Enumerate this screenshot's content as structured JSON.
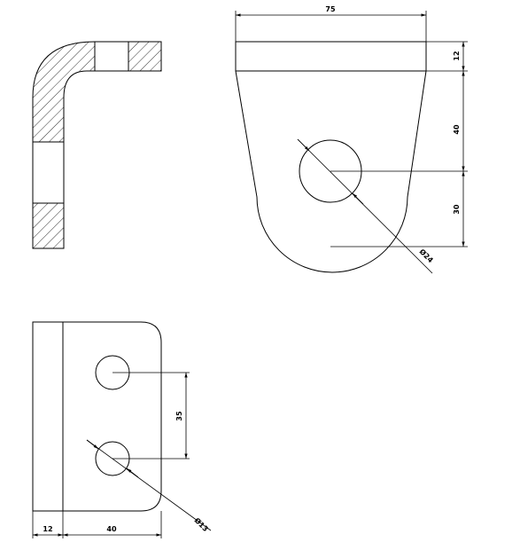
{
  "dimensions": {
    "front_width": "75",
    "front_top_height": "12",
    "front_mid_height": "40",
    "front_bottom_height": "30",
    "front_hole_diameter": "Ø24",
    "plan_thickness": "12",
    "plan_depth": "40",
    "plan_hole_spacing": "35",
    "plan_hole_diameter": "Ø13"
  }
}
